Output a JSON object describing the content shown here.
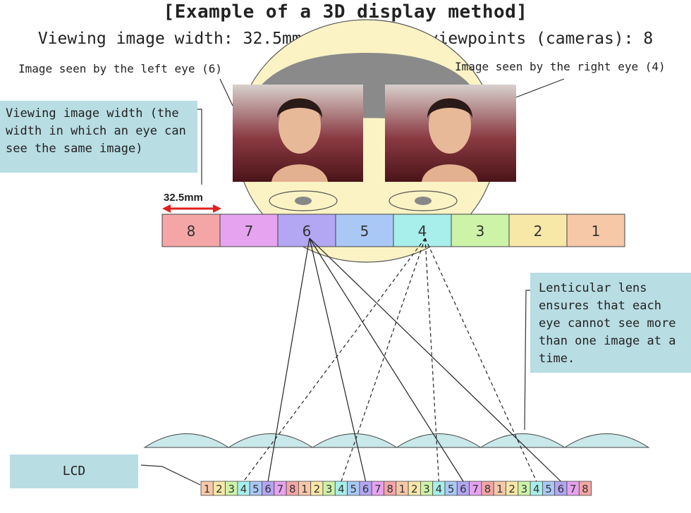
{
  "title": "[Example of a 3D display method]",
  "subtitle": "Viewing image width: 32.5mm / Number of viewpoints (cameras): 8",
  "left_eye_label": "Image seen by the left eye (6)",
  "right_eye_label": "Image seen by the right eye (4)",
  "viewing_width_note": "Viewing image width (the width in which an eye can see the same image)",
  "dimension_label": "32.5mm",
  "lens_note": "Lenticular lens ensures that each eye cannot see more than one image at a time.",
  "lcd_label": "LCD",
  "viewing_zones": [
    {
      "label": "8",
      "color": "#f4a6a6"
    },
    {
      "label": "7",
      "color": "#e6a3f0"
    },
    {
      "label": "6",
      "color": "#b3a6f2"
    },
    {
      "label": "5",
      "color": "#a9c8f5"
    },
    {
      "label": "4",
      "color": "#a8eeea"
    },
    {
      "label": "3",
      "color": "#cdf3a8"
    },
    {
      "label": "2",
      "color": "#f8e8a8"
    },
    {
      "label": "1",
      "color": "#f7c8a8"
    }
  ],
  "lcd_pixels": [
    "1",
    "2",
    "3",
    "4",
    "5",
    "6",
    "7",
    "8",
    "1",
    "2",
    "3",
    "4",
    "5",
    "6",
    "7",
    "8",
    "1",
    "2",
    "3",
    "4",
    "5",
    "6",
    "7",
    "8",
    "1",
    "2",
    "3",
    "4",
    "5",
    "6",
    "7",
    "8"
  ],
  "pixel_colors": {
    "1": "#f7c8a8",
    "2": "#f8e8a8",
    "3": "#cdf3a8",
    "4": "#a8eeea",
    "5": "#a9c8f5",
    "6": "#b3a6f2",
    "7": "#e6a3f0",
    "8": "#f4a6a6"
  },
  "colors": {
    "note_box": "#b8dde3",
    "lens": "#c9e8ea",
    "arrow": "#e02020",
    "face": "#fbf3c4",
    "hair": "#8a8a8a"
  }
}
